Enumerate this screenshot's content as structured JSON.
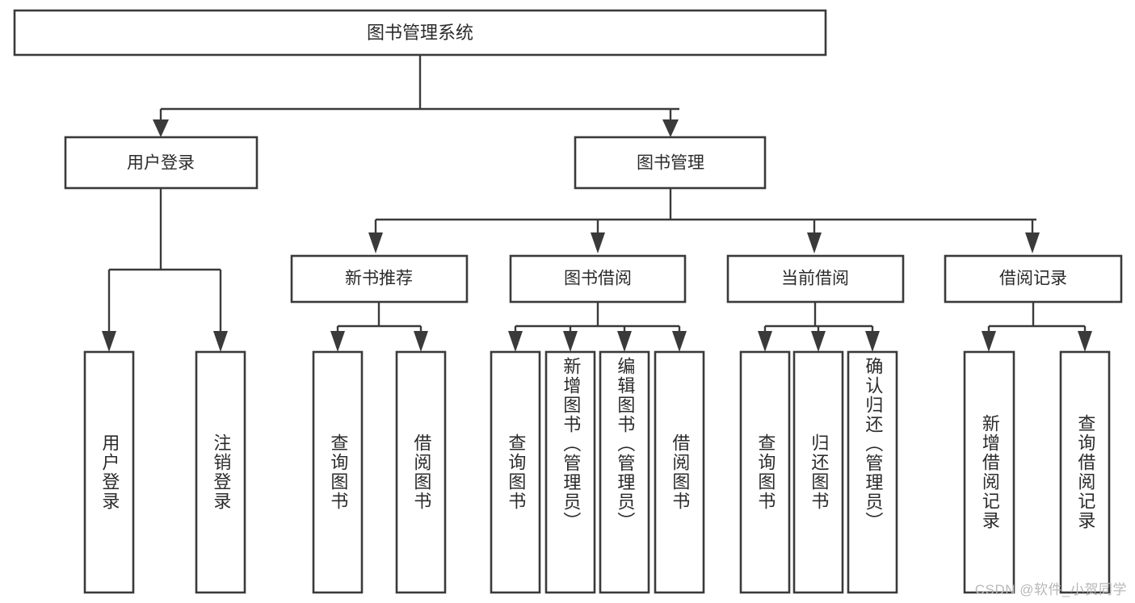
{
  "diagram": {
    "kind": "functional-structure-tree",
    "title": "图书管理系统",
    "root": {
      "label": "图书管理系统"
    },
    "level2": [
      {
        "id": "user-login",
        "label": "用户登录"
      },
      {
        "id": "book-manage",
        "label": "图书管理"
      }
    ],
    "level3": [
      {
        "id": "new-book-recommend",
        "label": "新书推荐",
        "parent": "book-manage"
      },
      {
        "id": "book-borrow",
        "label": "图书借阅",
        "parent": "book-manage"
      },
      {
        "id": "current-borrow",
        "label": "当前借阅",
        "parent": "book-manage"
      },
      {
        "id": "borrow-record",
        "label": "借阅记录",
        "parent": "book-manage"
      }
    ],
    "leaves": {
      "user-login": [
        {
          "id": "leaf-user-login",
          "label": "用户登录"
        },
        {
          "id": "leaf-logout",
          "label": "注销登录"
        }
      ],
      "new-book-recommend": [
        {
          "id": "leaf-query-book-1",
          "label": "查询图书"
        },
        {
          "id": "leaf-borrow-book-1",
          "label": "借阅图书"
        }
      ],
      "book-borrow": [
        {
          "id": "leaf-query-book-2",
          "label": "查询图书"
        },
        {
          "id": "leaf-add-book",
          "label": "新增图书（管理员）"
        },
        {
          "id": "leaf-edit-book",
          "label": "编辑图书（管理员）"
        },
        {
          "id": "leaf-borrow-book-2",
          "label": "借阅图书"
        }
      ],
      "current-borrow": [
        {
          "id": "leaf-query-book-3",
          "label": "查询图书"
        },
        {
          "id": "leaf-return-book",
          "label": "归还图书"
        },
        {
          "id": "leaf-confirm-return",
          "label": "确认归还（管理员）"
        }
      ],
      "borrow-record": [
        {
          "id": "leaf-add-record",
          "label": "新增借阅记录"
        },
        {
          "id": "leaf-query-record",
          "label": "查询借阅记录"
        }
      ]
    },
    "colors": {
      "box_stroke": "#3a3a3a",
      "box_fill": "#ffffff",
      "text": "#2b2b2b",
      "connector": "#3a3a3a",
      "background": "#ffffff",
      "watermark": "#b8b8b8"
    }
  },
  "watermark": {
    "text": "CSDN @软件_小贺同学"
  }
}
